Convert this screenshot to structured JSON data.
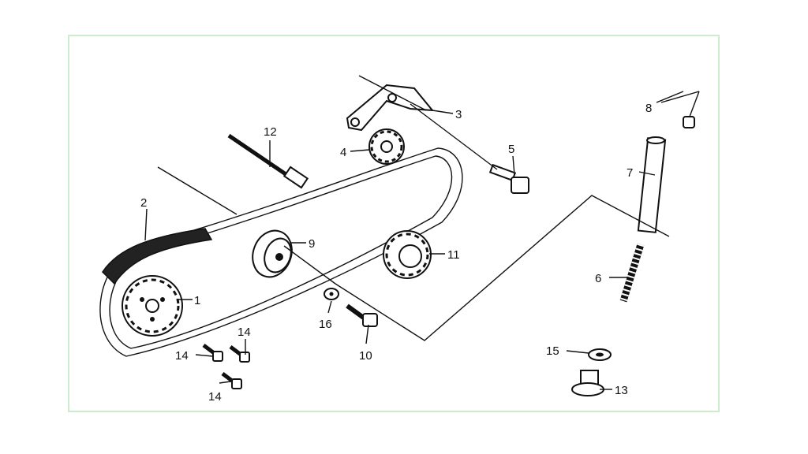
{
  "diagram": {
    "frame_color": "#cdeccd",
    "labels": {
      "l1": "1",
      "l2": "2",
      "l3": "3",
      "l4": "4",
      "l5": "5",
      "l6": "6",
      "l7": "7",
      "l8": "8",
      "l9": "9",
      "l10": "10",
      "l11": "11",
      "l12": "12",
      "l13": "13",
      "l14a": "14",
      "l14b": "14",
      "l14c": "14",
      "l15": "15",
      "l16": "16"
    }
  }
}
